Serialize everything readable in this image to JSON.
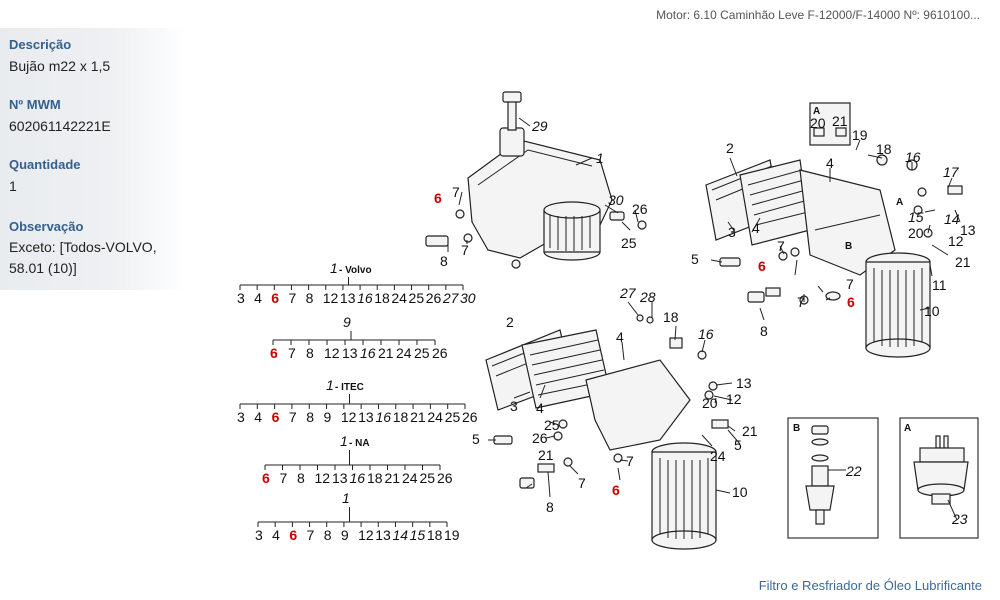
{
  "header": {
    "motor_info": "Motor: 6.10 Caminhão Leve F-12000/F-14000    Nº: 9610100..."
  },
  "details": {
    "descricao_label": "Descrição",
    "descricao_value": "Bujão m22 x 1,5",
    "mwm_label": "Nº MWM",
    "mwm_value": "602061142221E",
    "quantidade_label": "Quantidade",
    "quantidade_value": "1",
    "observacao_label": "Observação",
    "observacao_value": "Exceto: [Todos-VOLVO, 58.01 (10)]"
  },
  "caption": "Filtro e Resfriador de Óleo Lubrificante",
  "trees": [
    {
      "title_num": "1",
      "title_suffix": "- Volvo",
      "items": [
        "3",
        "4",
        "6",
        "7",
        "8",
        "12",
        "13",
        "16",
        "18",
        "24",
        "25",
        "26",
        "27",
        "30"
      ]
    },
    {
      "title_num": "9",
      "title_suffix": "",
      "items": [
        "6",
        "7",
        "8",
        "12",
        "13",
        "16",
        "21",
        "24",
        "25",
        "26"
      ]
    },
    {
      "title_num": "1",
      "title_suffix": "- ITEC",
      "items": [
        "3",
        "4",
        "6",
        "7",
        "8",
        "9",
        "12",
        "13",
        "16",
        "18",
        "21",
        "24",
        "25",
        "26"
      ]
    },
    {
      "title_num": "1",
      "title_suffix": "- NA",
      "items": [
        "6",
        "7",
        "8",
        "12",
        "13",
        "16",
        "18",
        "21",
        "24",
        "25",
        "26"
      ]
    },
    {
      "title_num": "1",
      "title_suffix": "",
      "items": [
        "3",
        "4",
        "6",
        "7",
        "8",
        "9",
        "12",
        "13",
        "14",
        "15",
        "18",
        "19"
      ]
    }
  ],
  "highlight_color": "#cc0000",
  "detail_boxes": {
    "a_label": "A",
    "b_label": "B",
    "a_part": "23",
    "b_part": "22"
  },
  "callouts": {
    "c29": "29",
    "c1a": "1",
    "c6a": "6",
    "c7a": "7",
    "c30": "30",
    "c26a": "26",
    "c25a": "25",
    "c8a": "8",
    "c7b": "7",
    "c2a": "2",
    "cA_box": "A",
    "c20a": "20",
    "c21a": "21",
    "c19": "19",
    "c18a": "18",
    "c4a": "4",
    "c16a": "16",
    "c17": "17",
    "c3a": "3",
    "c4b": "4",
    "cA": "A",
    "c15": "15",
    "c14": "14",
    "c13a": "13",
    "c20b": "20",
    "c12a": "12",
    "cB": "B",
    "c5a": "5",
    "c6b": "6",
    "c7c": "7",
    "c21b": "21",
    "c11": "11",
    "c7d": "7",
    "c6c": "6",
    "c8b": "8",
    "c7e": "7",
    "c10a": "10",
    "c27": "27",
    "c28": "28",
    "c2b": "2",
    "c18b": "18",
    "c16b": "16",
    "c4c": "4",
    "c13b": "13",
    "c12b": "12",
    "c3b": "3",
    "c4d": "4",
    "c20c": "20",
    "c25b": "25",
    "c26b": "26",
    "c21c": "21",
    "c5b": "5",
    "c21d": "21",
    "c5c": "5",
    "c24": "24",
    "c7f": "7",
    "c7g": "7",
    "c6d": "6",
    "c8c": "8",
    "c10b": "10",
    "cB2": "B",
    "cA2": "A",
    "c22": "22",
    "c23": "23"
  }
}
